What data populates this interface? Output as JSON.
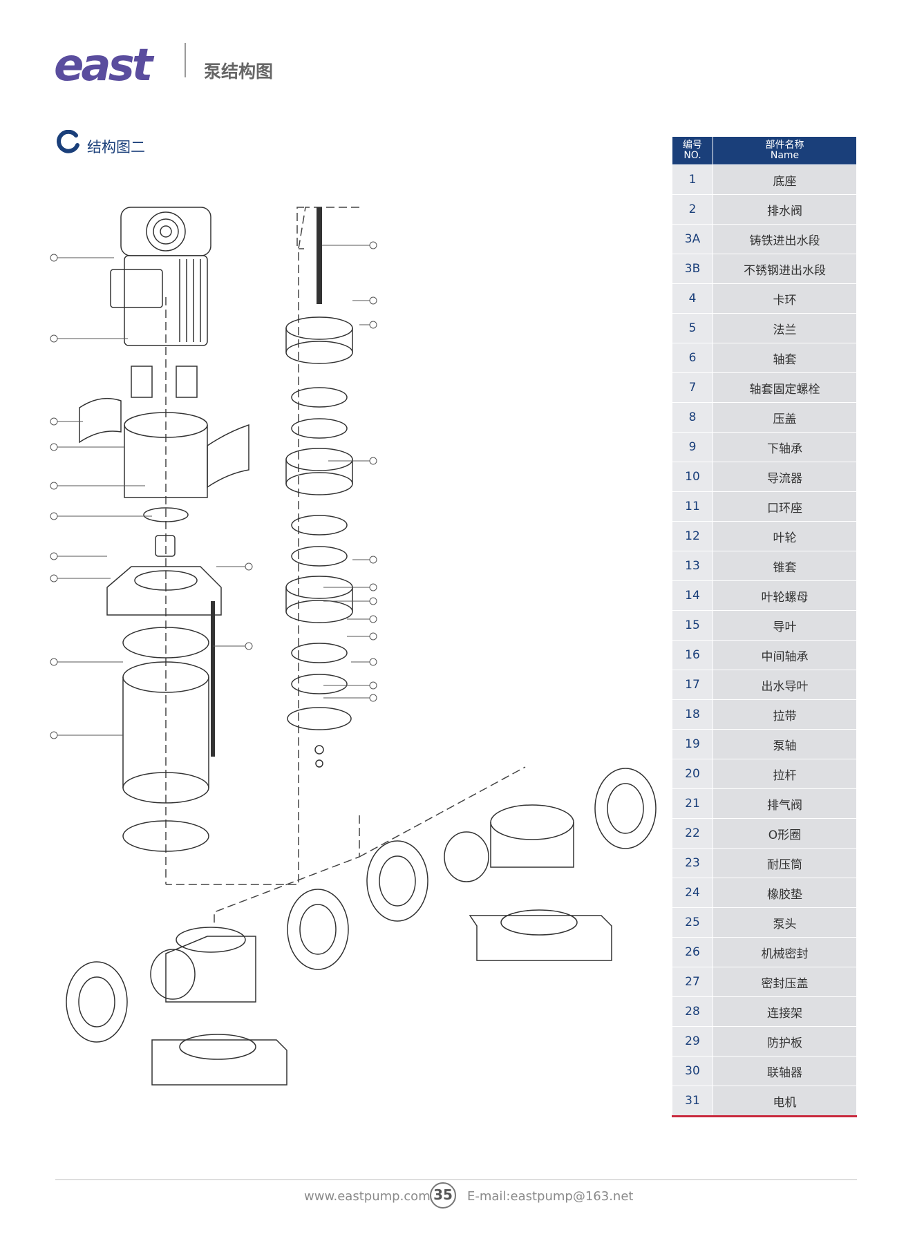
{
  "header": {
    "logo_text": "east",
    "title": "泵结构图"
  },
  "section": {
    "title": "结构图二"
  },
  "table": {
    "header_no": "编号\nNO.",
    "header_name": "部件名称\nName",
    "rows": [
      {
        "no": "1",
        "name": "底座"
      },
      {
        "no": "2",
        "name": "排水阀"
      },
      {
        "no": "3A",
        "name": "铸铁进出水段"
      },
      {
        "no": "3B",
        "name": "不锈钢进出水段"
      },
      {
        "no": "4",
        "name": "卡环"
      },
      {
        "no": "5",
        "name": "法兰"
      },
      {
        "no": "6",
        "name": "轴套"
      },
      {
        "no": "7",
        "name": "轴套固定螺栓"
      },
      {
        "no": "8",
        "name": "压盖"
      },
      {
        "no": "9",
        "name": "下轴承"
      },
      {
        "no": "10",
        "name": "导流器"
      },
      {
        "no": "11",
        "name": "口环座"
      },
      {
        "no": "12",
        "name": "叶轮"
      },
      {
        "no": "13",
        "name": "锥套"
      },
      {
        "no": "14",
        "name": "叶轮螺母"
      },
      {
        "no": "15",
        "name": "导叶"
      },
      {
        "no": "16",
        "name": "中间轴承"
      },
      {
        "no": "17",
        "name": "出水导叶"
      },
      {
        "no": "18",
        "name": "拉带"
      },
      {
        "no": "19",
        "name": "泵轴"
      },
      {
        "no": "20",
        "name": "拉杆"
      },
      {
        "no": "21",
        "name": "排气阀"
      },
      {
        "no": "22",
        "name": "O形圈"
      },
      {
        "no": "23",
        "name": "耐压筒"
      },
      {
        "no": "24",
        "name": "橡胶垫"
      },
      {
        "no": "25",
        "name": "泵头"
      },
      {
        "no": "26",
        "name": "机械密封"
      },
      {
        "no": "27",
        "name": "密封压盖"
      },
      {
        "no": "28",
        "name": "连接架"
      },
      {
        "no": "29",
        "name": "防护板"
      },
      {
        "no": "30",
        "name": "联轴器"
      },
      {
        "no": "31",
        "name": "电机"
      }
    ]
  },
  "colors": {
    "brand": "#5a4d9e",
    "table_header": "#1a3f7a",
    "accent_red": "#c8283c"
  },
  "footer": {
    "site": "www.eastpump.com",
    "page": "35",
    "email": "E-mail:eastpump@163.net"
  }
}
